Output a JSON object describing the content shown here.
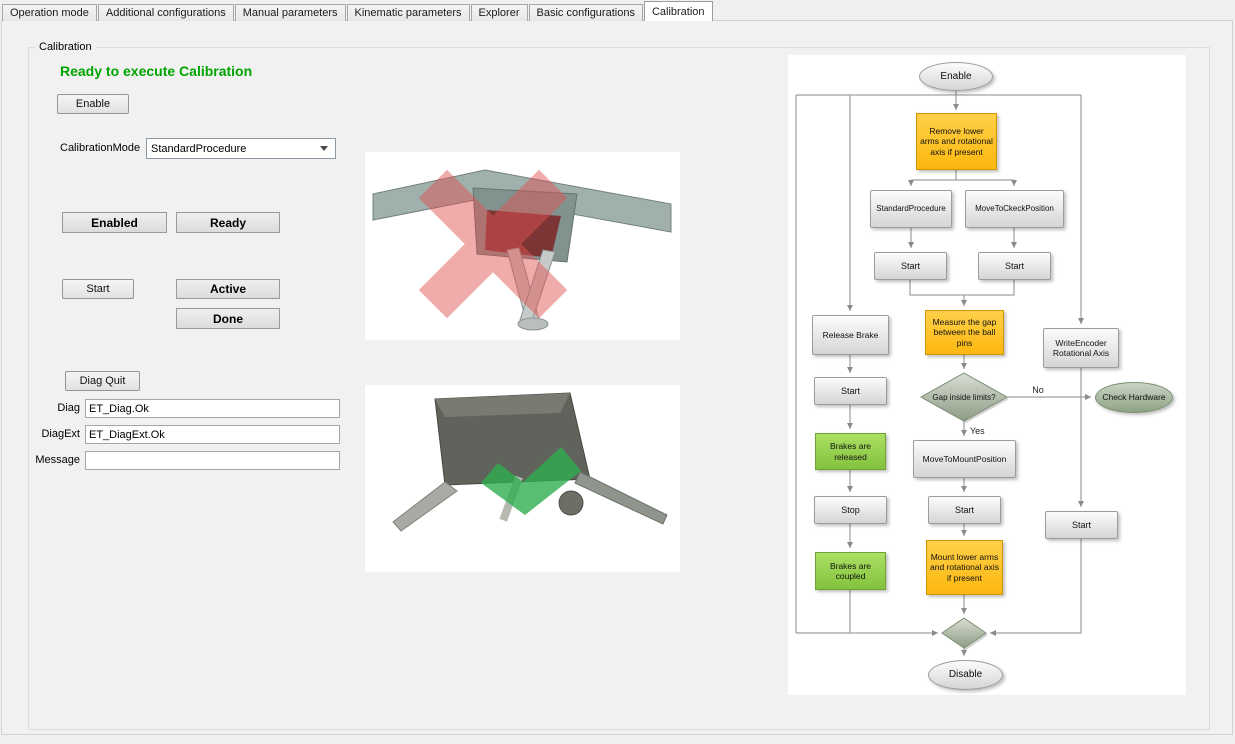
{
  "tabs": [
    {
      "label": "Operation mode"
    },
    {
      "label": "Additional configurations"
    },
    {
      "label": "Manual parameters"
    },
    {
      "label": "Kinematic parameters"
    },
    {
      "label": "Explorer"
    },
    {
      "label": "Basic configurations"
    },
    {
      "label": "Calibration"
    }
  ],
  "active_tab": "Calibration",
  "calibration": {
    "group_title": "Calibration",
    "status_message": "Ready to execute Calibration",
    "status_color": "#00a400",
    "enable_button": "Enable",
    "mode_label": "CalibrationMode",
    "mode_value": "StandardProcedure",
    "indicator_enabled": "Enabled",
    "indicator_ready": "Ready",
    "start_button": "Start",
    "indicator_active": "Active",
    "indicator_done": "Done",
    "diag_quit_button": "Diag Quit",
    "diag_label": "Diag",
    "diag_value": "ET_Diag.Ok",
    "diagext_label": "DiagExt",
    "diagext_value": "ET_DiagExt.Ok",
    "message_label": "Message",
    "message_value": ""
  },
  "images": {
    "top_overlay_icon": "red-cross-overlay",
    "bottom_overlay_icon": "green-check-overlay"
  },
  "flowchart": {
    "colors": {
      "action_yellow": "#fcba12",
      "state_green": "#8cc63e",
      "node_gray": "#dddddd"
    },
    "enable": "Enable",
    "remove_arms": "Remove lower arms and rotational axis if present",
    "standard_procedure": "StandardProcedure",
    "move_to_check": "MoveToCkeckPosition",
    "start1": "Start",
    "start2": "Start",
    "measure_gap": "Measure the gap between the ball pins",
    "gap_question": "Gap inside limits?",
    "no": "No",
    "yes": "Yes",
    "check_hardware": "Check Hardware",
    "move_to_mount": "MoveToMountPosition",
    "start3": "Start",
    "mount_arms": "Mount lower arms and rotational axis if present",
    "disable": "Disable",
    "release_brake": "Release Brake",
    "start4": "Start",
    "brakes_released": "Brakes are released",
    "stop": "Stop",
    "brakes_coupled": "Brakes are coupled",
    "write_encoder": "WriteEncoder Rotational Axis",
    "start5": "Start"
  }
}
